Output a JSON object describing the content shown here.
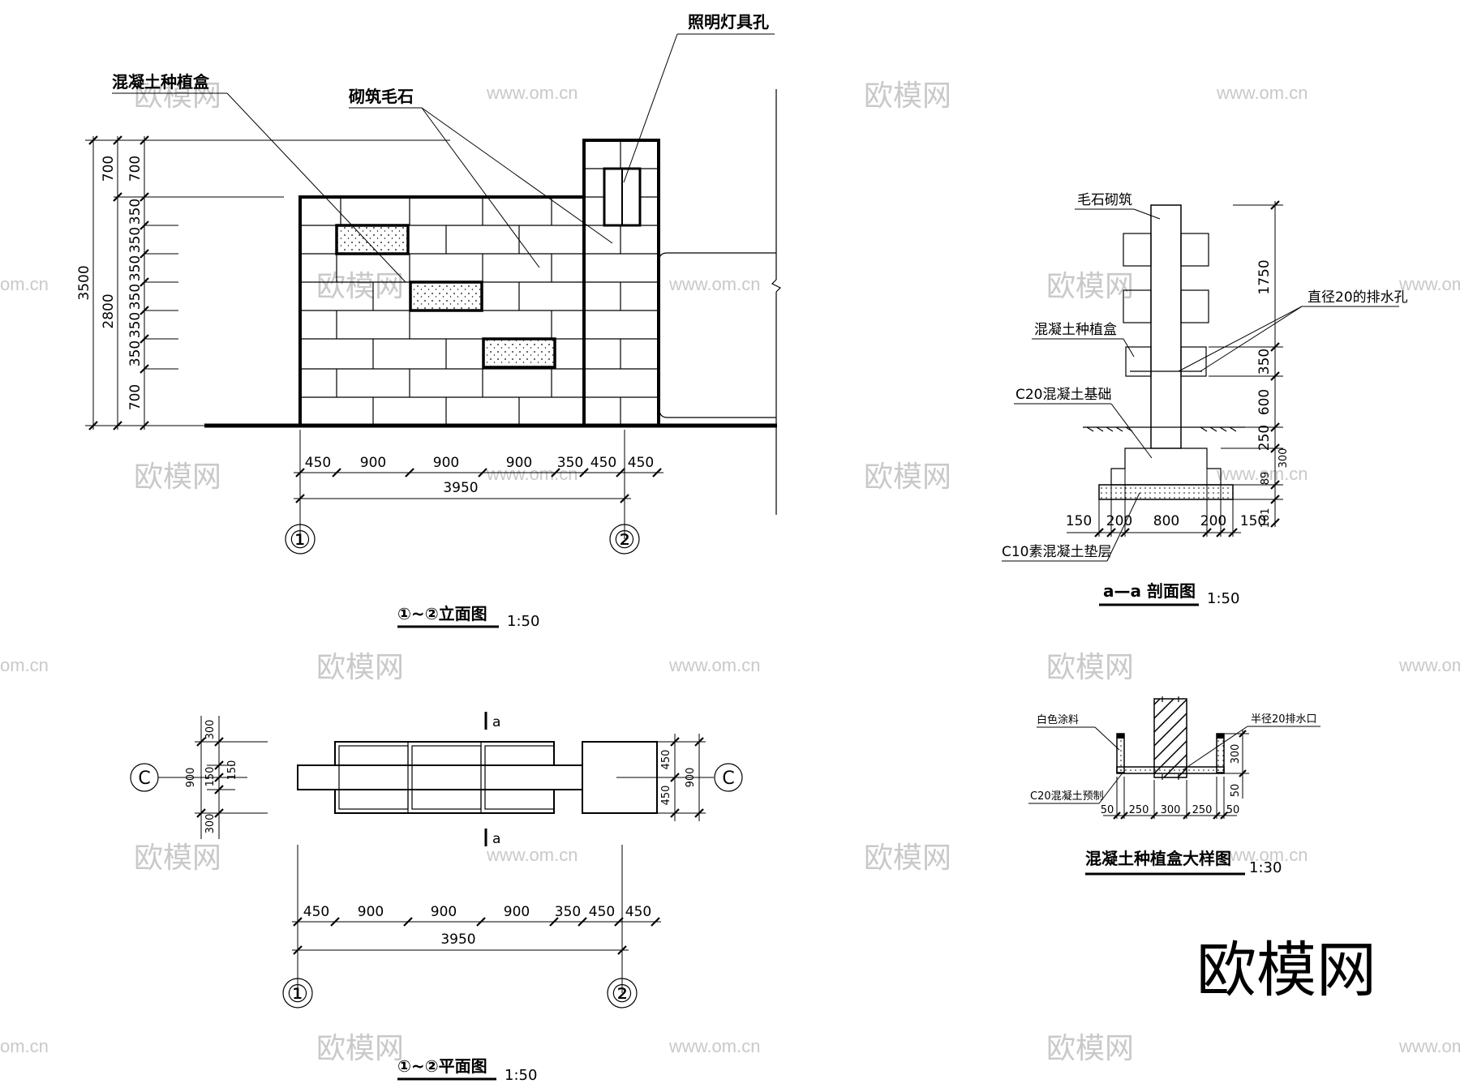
{
  "watermarks": {
    "brand": "欧模网",
    "site": "www.om.cn",
    "site_partial": "om.cn",
    "logo": "欧模网"
  },
  "elevation": {
    "callouts": {
      "planter": "混凝土种植盒",
      "masonry": "砌筑毛石",
      "light_hole": "照明灯具孔"
    },
    "vertical_dims": {
      "total": "3500",
      "wall": "2800",
      "outer": [
        "700",
        "700"
      ],
      "inner": [
        "700",
        "350",
        "350",
        "350",
        "350",
        "350",
        "350",
        "700"
      ]
    },
    "horizontal_dims": [
      "450",
      "900",
      "900",
      "900",
      "350",
      "450",
      "450"
    ],
    "total_width": "3950",
    "axis_1": "①",
    "axis_2": "②",
    "title": "①~②立面图",
    "scale": "1:50"
  },
  "section": {
    "labels": {
      "stone": "毛石砌筑",
      "drain": "直径20的排水孔",
      "planter": "混凝土种植盒",
      "foundation": "C20混凝土基础",
      "cushion": "C10素混凝土垫层"
    },
    "right_dims": [
      "1750",
      "350",
      "600",
      "250",
      "300",
      "89",
      "161"
    ],
    "bottom_dims": [
      "150",
      "200",
      "800",
      "200",
      "150"
    ],
    "title": "a—a 剖面图",
    "scale": "1:50"
  },
  "plan": {
    "section_mark": "a",
    "left_dims": [
      "900",
      "300",
      "150",
      "150",
      "300"
    ],
    "right_dims": [
      "900",
      "450",
      "450"
    ],
    "grid_mark": "C",
    "horizontal_dims": [
      "450",
      "900",
      "900",
      "900",
      "350",
      "450",
      "450"
    ],
    "total_width": "3950",
    "axis_1": "①",
    "axis_2": "②",
    "title": "①~②平面图",
    "scale": "1:50"
  },
  "detail": {
    "labels": {
      "paint": "白色涂料",
      "drain": "半径20排水口",
      "precast": "C20混凝土预制"
    },
    "side_dims": [
      "300",
      "50"
    ],
    "bottom_dims": [
      "50",
      "250",
      "300",
      "250",
      "50"
    ],
    "title": "混凝土种植盒大样图",
    "scale": "1:30"
  }
}
